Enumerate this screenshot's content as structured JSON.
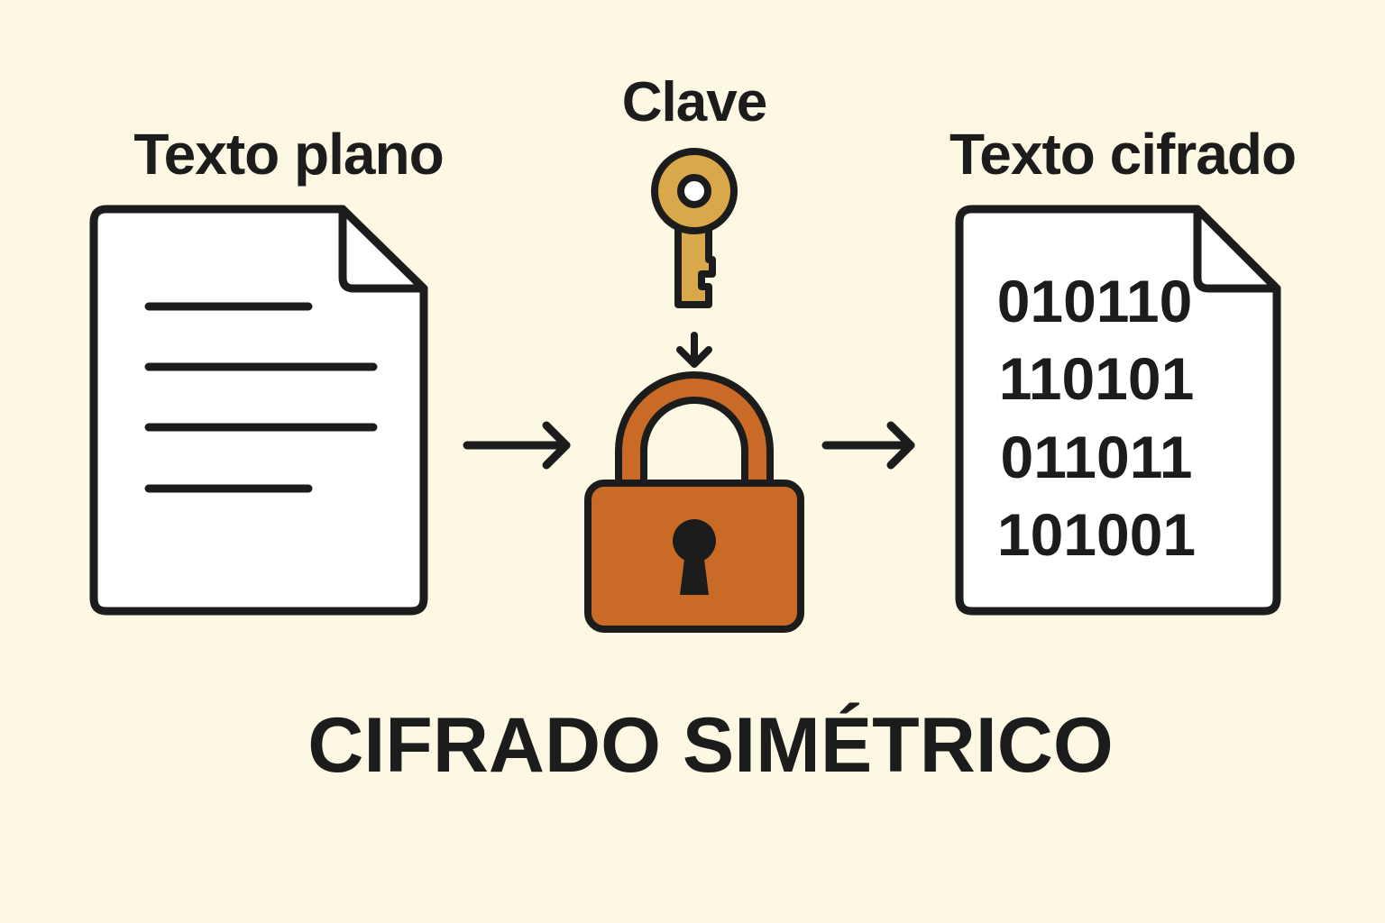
{
  "diagram": {
    "title": "CIFRADO SIMÉTRICO",
    "plaintext_label": "Texto plano",
    "key_label": "Clave",
    "ciphertext_label": "Texto cifrado",
    "ciphertext_lines": [
      "010110",
      "110101",
      "011011",
      "101001"
    ]
  },
  "colors": {
    "background": "#fdf8e4",
    "outline": "#1c1c1c",
    "key": "#d9a84a",
    "lock": "#c96b27"
  },
  "icons": {
    "plaintext": "document-lines-icon",
    "key": "key-icon",
    "lock": "padlock-icon",
    "ciphertext": "document-binary-icon",
    "arrows": "arrow-right-icon"
  }
}
